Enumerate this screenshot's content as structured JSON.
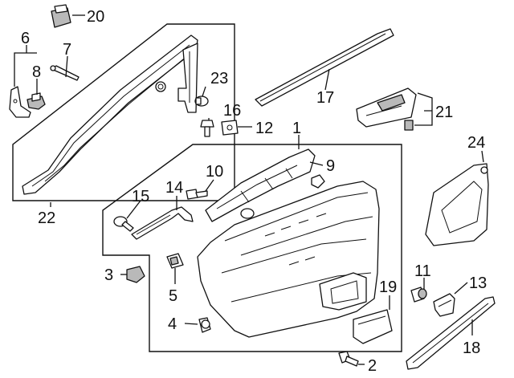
{
  "diagram": {
    "callouts": {
      "c1": "1",
      "c2": "2",
      "c3": "3",
      "c4": "4",
      "c5": "5",
      "c6": "6",
      "c7": "7",
      "c8": "8",
      "c9": "9",
      "c10": "10",
      "c11": "11",
      "c12": "12",
      "c13": "13",
      "c14": "14",
      "c15": "15",
      "c16": "16",
      "c17": "17",
      "c18": "18",
      "c19": "19",
      "c20": "20",
      "c21": "21",
      "c22": "22",
      "c23": "23",
      "c24": "24"
    },
    "colors": {
      "line": "#111111",
      "shade": "#b9b9b9",
      "shade_dark": "#8c8c8c",
      "background": "#ffffff"
    }
  }
}
